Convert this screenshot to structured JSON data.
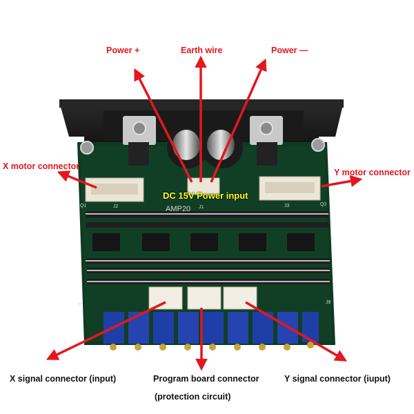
{
  "labels": {
    "power_plus": "Power +",
    "earth_wire": "Earth wire",
    "power_minus": "Power —",
    "x_motor": "X motor connector",
    "y_motor": "Y motor connector",
    "dc_input": "DC 15V Power input",
    "x_signal": "X signal connector (input)",
    "program_board_line1": "Program board connector",
    "program_board_line2": "(protection circuit)",
    "y_signal": "Y signal connector (iuput)"
  },
  "silkscreen": {
    "board_name": "AMP20",
    "j1": "J1",
    "j2": "J2",
    "j3": "J3",
    "q1": "Q1",
    "q2": "Q2",
    "j7": "J7",
    "j8": "J8"
  },
  "colors": {
    "arrow": "#e3171e",
    "pcb": "#0f3a22",
    "heatsink": "#1b1b1b",
    "trimmer": "#1f3fa8",
    "label_red": "#e3171e",
    "label_black": "#111111",
    "label_yellow": "#ffff1a"
  }
}
